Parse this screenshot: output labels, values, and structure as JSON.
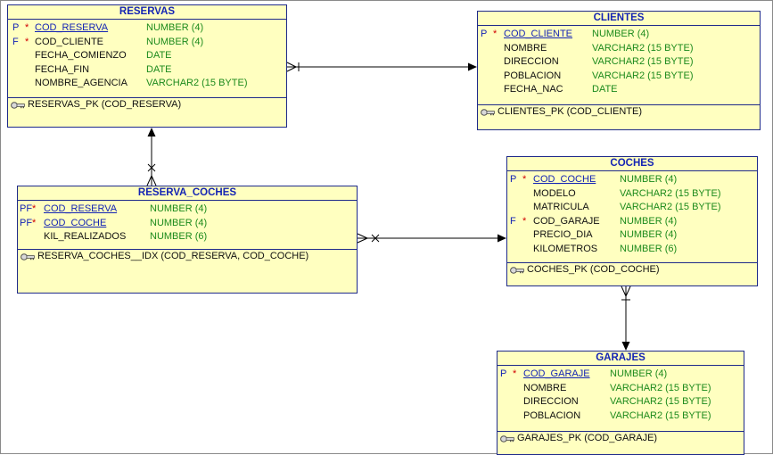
{
  "entities": [
    {
      "id": "reservas",
      "title": "RESERVAS",
      "columns": [
        {
          "flags": "P",
          "star": "*",
          "name": "COD_RESERVA",
          "type": "NUMBER (4)",
          "key": true
        },
        {
          "flags": "F",
          "star": "*",
          "name": "COD_CLIENTE",
          "type": "NUMBER (4)",
          "key": false
        },
        {
          "flags": "",
          "star": "",
          "name": "FECHA_COMIENZO",
          "type": "DATE",
          "key": false
        },
        {
          "flags": "",
          "star": "",
          "name": "FECHA_FIN",
          "type": "DATE",
          "key": false
        },
        {
          "flags": "",
          "star": "",
          "name": "NOMBRE_AGENCIA",
          "type": "VARCHAR2 (15 BYTE)",
          "key": false
        }
      ],
      "keys": [
        "RESERVAS_PK (COD_RESERVA)"
      ]
    },
    {
      "id": "clientes",
      "title": "CLIENTES",
      "columns": [
        {
          "flags": "P",
          "star": "*",
          "name": "COD_CLIENTE",
          "type": "NUMBER (4)",
          "key": true
        },
        {
          "flags": "",
          "star": "",
          "name": "NOMBRE",
          "type": "VARCHAR2 (15 BYTE)",
          "key": false
        },
        {
          "flags": "",
          "star": "",
          "name": "DIRECCION",
          "type": "VARCHAR2 (15 BYTE)",
          "key": false
        },
        {
          "flags": "",
          "star": "",
          "name": "POBLACION",
          "type": "VARCHAR2 (15 BYTE)",
          "key": false
        },
        {
          "flags": "",
          "star": "",
          "name": "FECHA_NAC",
          "type": "DATE",
          "key": false
        }
      ],
      "keys": [
        "CLIENTES_PK (COD_CLIENTE)"
      ]
    },
    {
      "id": "reserva_coches",
      "title": "RESERVA_COCHES",
      "columns": [
        {
          "flags": "PF",
          "star": "*",
          "name": "COD_RESERVA",
          "type": "NUMBER (4)",
          "key": true
        },
        {
          "flags": "PF",
          "star": "*",
          "name": "COD_COCHE",
          "type": "NUMBER (4)",
          "key": true
        },
        {
          "flags": "",
          "star": "",
          "name": "KIL_REALIZADOS",
          "type": "NUMBER (6)",
          "key": false
        }
      ],
      "keys": [
        "RESERVA_COCHES__IDX (COD_RESERVA, COD_COCHE)"
      ]
    },
    {
      "id": "coches",
      "title": "COCHES",
      "columns": [
        {
          "flags": "P",
          "star": "*",
          "name": "COD_COCHE",
          "type": "NUMBER (4)",
          "key": true
        },
        {
          "flags": "",
          "star": "",
          "name": "MODELO",
          "type": "VARCHAR2 (15 BYTE)",
          "key": false
        },
        {
          "flags": "",
          "star": "",
          "name": "MATRICULA",
          "type": "VARCHAR2 (15 BYTE)",
          "key": false
        },
        {
          "flags": "F",
          "star": "*",
          "name": "COD_GARAJE",
          "type": "NUMBER (4)",
          "key": false
        },
        {
          "flags": "",
          "star": "",
          "name": "PRECIO_DIA",
          "type": "NUMBER (4)",
          "key": false
        },
        {
          "flags": "",
          "star": "",
          "name": "KILOMETROS",
          "type": "NUMBER (6)",
          "key": false
        }
      ],
      "keys": [
        "COCHES_PK (COD_COCHE)"
      ]
    },
    {
      "id": "garajes",
      "title": "GARAJES",
      "columns": [
        {
          "flags": "P",
          "star": "*",
          "name": "COD_GARAJE",
          "type": "NUMBER (4)",
          "key": true
        },
        {
          "flags": "",
          "star": "",
          "name": "NOMBRE",
          "type": "VARCHAR2 (15 BYTE)",
          "key": false
        },
        {
          "flags": "",
          "star": "",
          "name": "DIRECCION",
          "type": "VARCHAR2 (15 BYTE)",
          "key": false
        },
        {
          "flags": "",
          "star": "",
          "name": "POBLACION",
          "type": "VARCHAR2 (15 BYTE)",
          "key": false
        }
      ],
      "keys": [
        "GARAJES_PK (COD_GARAJE)"
      ]
    }
  ],
  "relationships": [
    {
      "from": "reservas",
      "to": "clientes"
    },
    {
      "from": "reserva_coches",
      "to": "reservas"
    },
    {
      "from": "reserva_coches",
      "to": "coches"
    },
    {
      "from": "coches",
      "to": "garajes"
    }
  ],
  "colors": {
    "entity_fill": "#ffffc0",
    "border": "#1e2a8a",
    "title": "#1424b4",
    "key_column": "#1424b4",
    "type": "#1c8a1c",
    "star": "#d00000"
  }
}
